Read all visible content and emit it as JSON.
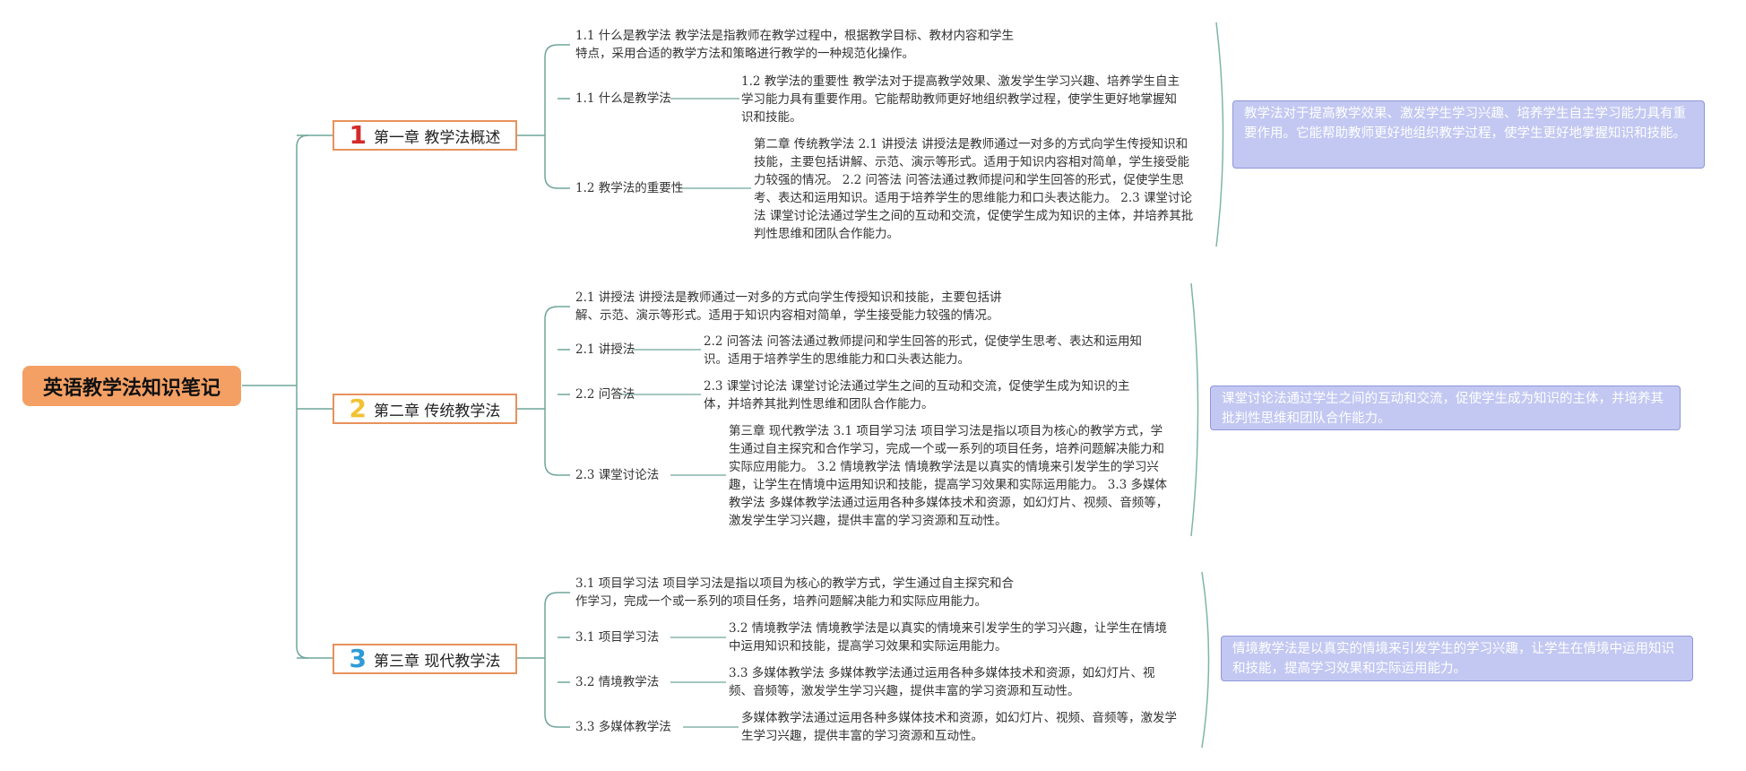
{
  "root": {
    "label": "英语教学法知识笔记"
  },
  "chapters": [
    {
      "num": "1",
      "num_color": "#d42a2a",
      "title": "第一章 教学法概述",
      "intro": "1.1 什么是教学法 教学法是指教师在教学过程中，根据教学目标、教材内容和学生特点，采用合适的教学方法和策略进行教学的一种规范化操作。",
      "items": [
        {
          "label": "1.1 什么是教学法",
          "text": "1.2 教学法的重要性 教学法对于提高教学效果、激发学生学习兴趣、培养学生自主学习能力具有重要作用。它能帮助教师更好地组织教学过程，使学生更好地掌握知识和技能。"
        },
        {
          "label": "1.2 教学法的重要性",
          "text": "第二章 传统教学法 2.1 讲授法 讲授法是教师通过一对多的方式向学生传授知识和技能，主要包括讲解、示范、演示等形式。适用于知识内容相对简单，学生接受能力较强的情况。 2.2 问答法 问答法通过教师提问和学生回答的形式，促使学生思考、表达和运用知识。适用于培养学生的思维能力和口头表达能力。 2.3 课堂讨论法 课堂讨论法通过学生之间的互动和交流，促使学生成为知识的主体，并培养其批判性思维和团队合作能力。"
        }
      ],
      "note": "教学法对于提高教学效果、激发学生学习兴趣、培养学生自主学习能力具有重要作用。它能帮助教师更好地组织教学过程，使学生更好地掌握知识和技能。"
    },
    {
      "num": "2",
      "num_color": "#f2c233",
      "title": "第二章 传统教学法",
      "intro": "2.1 讲授法 讲授法是教师通过一对多的方式向学生传授知识和技能，主要包括讲解、示范、演示等形式。适用于知识内容相对简单，学生接受能力较强的情况。",
      "items": [
        {
          "label": "2.1 讲授法",
          "text": "2.2 问答法 问答法通过教师提问和学生回答的形式，促使学生思考、表达和运用知识。适用于培养学生的思维能力和口头表达能力。"
        },
        {
          "label": "2.2 问答法",
          "text": "2.3 课堂讨论法 课堂讨论法通过学生之间的互动和交流，促使学生成为知识的主体，并培养其批判性思维和团队合作能力。"
        },
        {
          "label": "2.3 课堂讨论法",
          "text": "第三章 现代教学法 3.1 项目学习法 项目学习法是指以项目为核心的教学方式，学生通过自主探究和合作学习，完成一个或一系列的项目任务，培养问题解决能力和实际应用能力。 3.2 情境教学法 情境教学法是以真实的情境来引发学生的学习兴趣，让学生在情境中运用知识和技能，提高学习效果和实际运用能力。 3.3 多媒体教学法 多媒体教学法通过运用各种多媒体技术和资源，如幻灯片、视频、音频等，激发学生学习兴趣，提供丰富的学习资源和互动性。"
        }
      ],
      "note": "课堂讨论法通过学生之间的互动和交流，促使学生成为知识的主体，并培养其批判性思维和团队合作能力。"
    },
    {
      "num": "3",
      "num_color": "#2f9bd6",
      "title": "第三章 现代教学法",
      "intro": "3.1 项目学习法 项目学习法是指以项目为核心的教学方式，学生通过自主探究和合作学习，完成一个或一系列的项目任务，培养问题解决能力和实际应用能力。",
      "items": [
        {
          "label": "3.1 项目学习法",
          "text": "3.2 情境教学法 情境教学法是以真实的情境来引发学生的学习兴趣，让学生在情境中运用知识和技能，提高学习效果和实际运用能力。"
        },
        {
          "label": "3.2 情境教学法",
          "text": "3.3 多媒体教学法 多媒体教学法通过运用各种多媒体技术和资源，如幻灯片、视频、音频等，激发学生学习兴趣，提供丰富的学习资源和互动性。"
        },
        {
          "label": "3.3 多媒体教学法",
          "text": "多媒体教学法通过运用各种多媒体技术和资源，如幻灯片、视频、音频等，激发学生学习兴趣，提供丰富的学习资源和互动性。"
        }
      ],
      "note": "情境教学法是以真实的情境来引发学生的学习兴趣，让学生在情境中运用知识和技能，提高学习效果和实际运用能力。"
    }
  ],
  "colors": {
    "connector": "#6fa59a",
    "bracket": "#7fb5aa",
    "root_fill": "#f4a064",
    "chapter_border": "#e8925c",
    "note_fill": "#c3c8f2"
  }
}
